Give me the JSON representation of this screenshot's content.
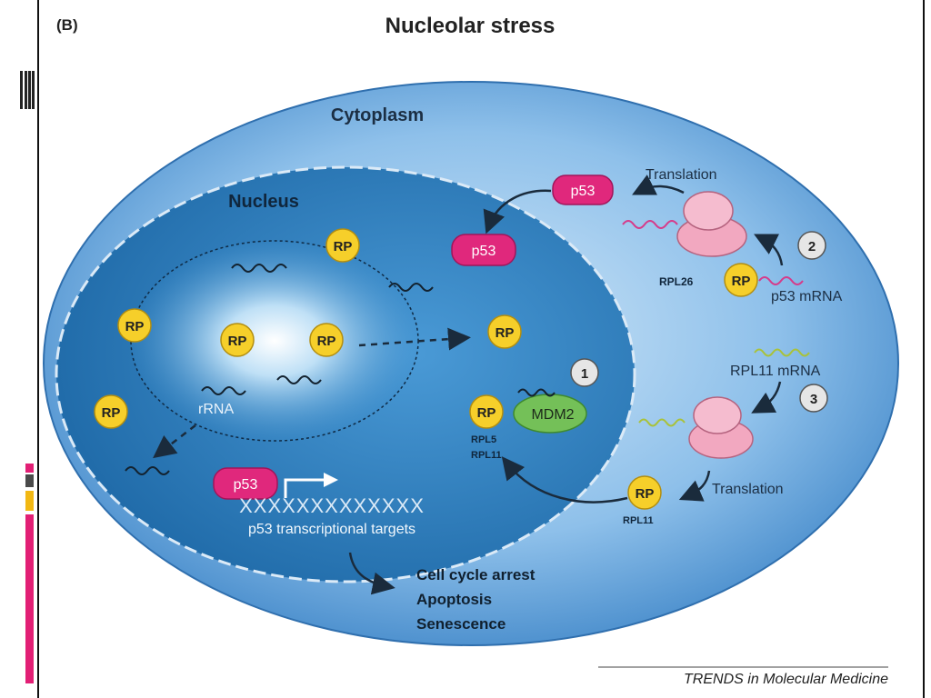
{
  "panel_label": "(B)",
  "title": "Nucleolar stress",
  "compartments": {
    "cytoplasm": "Cytoplasm",
    "nucleus": "Nucleus"
  },
  "rp_label": "RP",
  "p53_label": "p53",
  "rrna_label": "rRNA",
  "mdm2_label": "MDM2",
  "rpl5_label": "RPL5",
  "rpl11_label": "RPL11",
  "rpl26_label": "RPL26",
  "rpl11_small_label": "RPL11",
  "p53_mrna_label": "p53 mRNA",
  "rpl11_mrna_label": "RPL11 mRNA",
  "translation_label_top": "Translation",
  "translation_label_bottom": "Translation",
  "steps": [
    "1",
    "2",
    "3"
  ],
  "targets_label": "p53 transcriptional targets",
  "dna_label": "XXXXXXXXXXXXX",
  "outcomes": [
    "Cell cycle arrest",
    "Apoptosis",
    "Senescence"
  ],
  "credit": "TRENDS in Molecular Medicine",
  "colors": {
    "rp_fill": "#f6cf2a",
    "p53_fill": "#e0287c",
    "mdm2_fill": "#74c058",
    "ribosome_fill": "#f2a8c0",
    "cytoplasm_fill": "#5e9fd6",
    "nucleus_fill": "#2a77b8",
    "side_accents": [
      "#e21f75",
      "#4a4a4a",
      "#f2b813",
      "#e21f75"
    ]
  }
}
